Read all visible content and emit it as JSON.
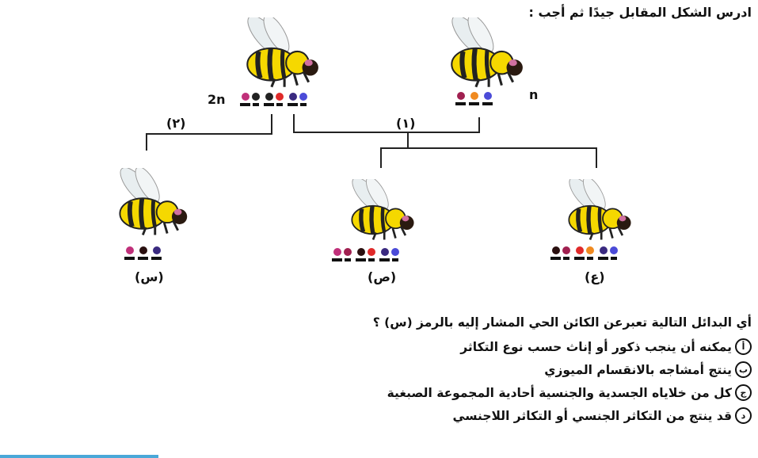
{
  "header": "ادرس الشكل المقابل جيدًا ثم أجب :",
  "diagram": {
    "parent_left": {
      "ploidy": "2n",
      "chromosomes": [
        [
          "#c0307a",
          "#222222"
        ],
        [
          "#222222",
          "#e02a2a"
        ],
        [
          "#3a2a80",
          "#4b4bd8"
        ]
      ]
    },
    "parent_right": {
      "ploidy": "n",
      "chromosomes": [
        [
          "#a02050"
        ],
        [
          "#f08a20"
        ],
        [
          "#4b4bd8"
        ]
      ]
    },
    "path_labels": {
      "one": "(١)",
      "two": "(٢)"
    },
    "offspring": [
      {
        "label": "(س)",
        "chromosomes": [
          [
            "#c0307a"
          ],
          [
            "#2a1010"
          ],
          [
            "#3a2a80"
          ]
        ]
      },
      {
        "label": "(ص)",
        "chromosomes": [
          [
            "#c0307a",
            "#a02050"
          ],
          [
            "#2a1010",
            "#e02a2a"
          ],
          [
            "#3a2a80",
            "#4b4bd8"
          ]
        ]
      },
      {
        "label": "(ع)",
        "chromosomes": [
          [
            "#2a1010",
            "#a02050"
          ],
          [
            "#e02a2a",
            "#f08a20"
          ],
          [
            "#3a2a80",
            "#4b4bd8"
          ]
        ]
      }
    ]
  },
  "question": "أي البدائل التالية تعبرعن الكائن الحي المشار إليه بالرمز (س) ؟",
  "options": [
    {
      "letter": "أ",
      "text": "يمكنه أن ينجب ذكور أو إناث حسب نوع التكاثر"
    },
    {
      "letter": "ب",
      "text": "ينتج أمشاجه بالانقسام الميوزي"
    },
    {
      "letter": "ج",
      "text": "كل من خلاياه الجسدية والجنسية أحادية المجموعة الصبغية"
    },
    {
      "letter": "د",
      "text": "قد ينتج من التكاثر الجنسي أو التكاثر اللاجنسي"
    }
  ]
}
